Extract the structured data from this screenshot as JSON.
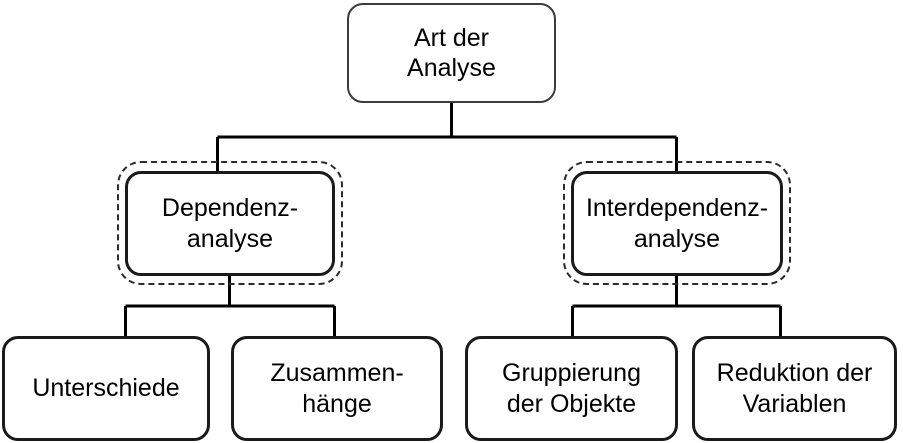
{
  "diagram": {
    "title": "Art der Analyse",
    "type": "hierarchy-tree",
    "language": "de",
    "colors": {
      "background": "#ffffff",
      "box_border": "#1a1a1a",
      "root_border": "#3b3b3b",
      "group_outline": "#2b2b2b",
      "connector": "#000000",
      "text": "#000000"
    },
    "levels": [
      {
        "level": 1,
        "nodes": [
          {
            "id": "art-der-analyse",
            "label": "Art der\nAnalyse",
            "grouped": false
          }
        ]
      },
      {
        "level": 2,
        "nodes": [
          {
            "id": "dependenzanalyse",
            "label": "Dependenz-\nanalyse",
            "grouped": true
          },
          {
            "id": "interdependenzanalyse",
            "label": "Interdependenz-\nanalyse",
            "grouped": true
          }
        ]
      },
      {
        "level": 3,
        "nodes": [
          {
            "id": "unterschiede",
            "label": "Unterschiede",
            "grouped": false
          },
          {
            "id": "zusammenhaenge",
            "label": "Zusammen-\nhänge",
            "grouped": false
          },
          {
            "id": "gruppierung-der-objekte",
            "label": "Gruppierung\nder Objekte",
            "grouped": false
          },
          {
            "id": "reduktion-der-variablen",
            "label": "Reduktion der\nVariablen",
            "grouped": false
          }
        ]
      }
    ],
    "edges": [
      {
        "from": "art-der-analyse",
        "to": "dependenzanalyse"
      },
      {
        "from": "art-der-analyse",
        "to": "interdependenzanalyse"
      },
      {
        "from": "dependenzanalyse",
        "to": "unterschiede"
      },
      {
        "from": "dependenzanalyse",
        "to": "zusammenhaenge"
      },
      {
        "from": "interdependenzanalyse",
        "to": "gruppierung-der-objekte"
      },
      {
        "from": "interdependenzanalyse",
        "to": "reduktion-der-variablen"
      }
    ]
  }
}
